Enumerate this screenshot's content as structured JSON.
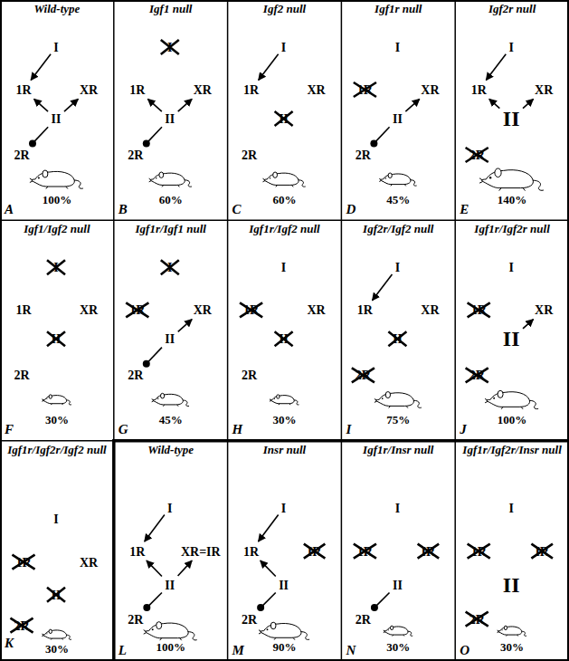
{
  "diagram": {
    "nodes": [
      {
        "text": [
          "Wild-type",
          "100%",
          "A"
        ]
      },
      {
        "text": [
          "I"
        ],
        "in": 0
      },
      {
        "text": [
          "1R"
        ],
        "in": 0
      },
      {
        "text": [
          "XR"
        ],
        "in": 0
      },
      {
        "text": [
          "II"
        ],
        "in": 0
      },
      {
        "text": [
          "2R"
        ],
        "in": 0
      },
      {
        "text": [
          "Igf1 null",
          "60%",
          "B"
        ]
      },
      {
        "text": [
          "I"
        ],
        "in": 6
      },
      {
        "text": [
          "1R"
        ],
        "in": 6
      },
      {
        "text": [
          "XR"
        ],
        "in": 6
      },
      {
        "text": [
          "II"
        ],
        "in": 6
      },
      {
        "text": [
          "2R"
        ],
        "in": 6
      },
      {
        "text": [
          "Igf2 null",
          "60%",
          "C"
        ]
      },
      {
        "text": [
          "I"
        ],
        "in": 12
      },
      {
        "text": [
          "1R"
        ],
        "in": 12
      },
      {
        "text": [
          "XR"
        ],
        "in": 12
      },
      {
        "text": [
          "II"
        ],
        "in": 12
      },
      {
        "text": [
          "2R"
        ],
        "in": 12
      },
      {
        "text": [
          "Igf1r null",
          "45%",
          "D"
        ]
      },
      {
        "text": [
          "I"
        ],
        "in": 18
      },
      {
        "text": [
          "1R"
        ],
        "in": 18
      },
      {
        "text": [
          "XR"
        ],
        "in": 18
      },
      {
        "text": [
          "II"
        ],
        "in": 18
      },
      {
        "text": [
          "2R"
        ],
        "in": 18
      },
      {
        "text": [
          "Igf2r null",
          "140%",
          "E"
        ]
      },
      {
        "text": [
          "I"
        ],
        "in": 24
      },
      {
        "text": [
          "1R"
        ],
        "in": 24
      },
      {
        "text": [
          "XR"
        ],
        "in": 24
      },
      {
        "text": [
          "II"
        ],
        "in": 24
      },
      {
        "text": [
          "2R"
        ],
        "in": 24
      },
      {
        "text": [
          "Igf1/Igf2 null",
          "30%",
          "F"
        ]
      },
      {
        "text": [
          "I"
        ],
        "in": 30
      },
      {
        "text": [
          "1R"
        ],
        "in": 30
      },
      {
        "text": [
          "XR"
        ],
        "in": 30
      },
      {
        "text": [
          "II"
        ],
        "in": 30
      },
      {
        "text": [
          "2R"
        ],
        "in": 30
      },
      {
        "text": [
          "Igf1r/Igf1 null",
          "45%",
          "G"
        ]
      },
      {
        "text": [
          "I"
        ],
        "in": 36
      },
      {
        "text": [
          "1R"
        ],
        "in": 36
      },
      {
        "text": [
          "XR"
        ],
        "in": 36
      },
      {
        "text": [
          "II"
        ],
        "in": 36
      },
      {
        "text": [
          "2R"
        ],
        "in": 36
      },
      {
        "text": [
          "Igf1r/Igf2 null",
          "30%",
          "H"
        ]
      },
      {
        "text": [
          "I"
        ],
        "in": 42
      },
      {
        "text": [
          "1R"
        ],
        "in": 42
      },
      {
        "text": [
          "XR"
        ],
        "in": 42
      },
      {
        "text": [
          "II"
        ],
        "in": 42
      },
      {
        "text": [
          "2R"
        ],
        "in": 42
      },
      {
        "text": [
          "Igf2r/Igf2 null",
          "75%",
          "I"
        ]
      },
      {
        "text": [
          "I"
        ],
        "in": 48
      },
      {
        "text": [
          "1R"
        ],
        "in": 48
      },
      {
        "text": [
          "XR"
        ],
        "in": 48
      },
      {
        "text": [
          "II"
        ],
        "in": 48
      },
      {
        "text": [
          "2R"
        ],
        "in": 48
      },
      {
        "text": [
          "Igf1r/Igf2r null",
          "100%",
          "J"
        ]
      },
      {
        "text": [
          "I"
        ],
        "in": 54
      },
      {
        "text": [
          "1R"
        ],
        "in": 54
      },
      {
        "text": [
          "XR"
        ],
        "in": 54
      },
      {
        "text": [
          "II"
        ],
        "in": 54
      },
      {
        "text": [
          "2R"
        ],
        "in": 54
      },
      {
        "text": [
          "Igf1r/Igf2r/Igf2 null",
          "30%",
          "K"
        ]
      },
      {
        "text": [
          "I"
        ],
        "in": 60
      },
      {
        "text": [
          "1R"
        ],
        "in": 60
      },
      {
        "text": [
          "XR"
        ],
        "in": 60
      },
      {
        "text": [
          "II"
        ],
        "in": 60
      },
      {
        "text": [
          "2R"
        ],
        "in": 60
      },
      {
        "text": [
          "Wild-type",
          "100%",
          "L"
        ]
      },
      {
        "text": [
          "I"
        ],
        "in": 66
      },
      {
        "text": [
          "1R"
        ],
        "in": 66
      },
      {
        "text": [
          "XR=IR"
        ],
        "in": 66
      },
      {
        "text": [
          "II"
        ],
        "in": 66
      },
      {
        "text": [
          "2R"
        ],
        "in": 66
      },
      {
        "text": [
          "Insr null",
          "90%",
          "M"
        ]
      },
      {
        "text": [
          "I"
        ],
        "in": 72
      },
      {
        "text": [
          "1R"
        ],
        "in": 72
      },
      {
        "text": [
          "IR"
        ],
        "in": 72
      },
      {
        "text": [
          "II"
        ],
        "in": 72
      },
      {
        "text": [
          "2R"
        ],
        "in": 72
      },
      {
        "text": [
          "Igf1r/Insr null",
          "30%",
          "N"
        ]
      },
      {
        "text": [
          "I"
        ],
        "in": 78
      },
      {
        "text": [
          "1R"
        ],
        "in": 78
      },
      {
        "text": [
          "IR"
        ],
        "in": 78
      },
      {
        "text": [
          "II"
        ],
        "in": 78
      },
      {
        "text": [
          "2R"
        ],
        "in": 78
      },
      {
        "text": [
          "Igf1r/Igf2r/Insr null",
          "30%",
          "O"
        ]
      },
      {
        "text": [
          "I"
        ],
        "in": 84
      },
      {
        "text": [
          "1R"
        ],
        "in": 84
      },
      {
        "text": [
          "IR"
        ],
        "in": 84
      },
      {
        "text": [
          "II"
        ],
        "in": 84
      },
      {
        "text": [
          "2R"
        ],
        "in": 84
      }
    ],
    "edges": [
      {
        "from": 1,
        "to": 2,
        "arrow": "to"
      },
      {
        "from": 4,
        "to": 2,
        "arrow": "to"
      },
      {
        "from": 4,
        "to": 3,
        "arrow": "to"
      },
      {
        "from": 4,
        "to": 5,
        "arrow": "none"
      },
      {
        "from": 10,
        "to": 8,
        "arrow": "to"
      },
      {
        "from": 10,
        "to": 9,
        "arrow": "to"
      },
      {
        "from": 10,
        "to": 11,
        "arrow": "none"
      },
      {
        "from": 13,
        "to": 14,
        "arrow": "to"
      },
      {
        "from": 22,
        "to": 21,
        "arrow": "to"
      },
      {
        "from": 22,
        "to": 23,
        "arrow": "none"
      },
      {
        "from": 25,
        "to": 26,
        "arrow": "to"
      },
      {
        "from": 28,
        "to": 26,
        "arrow": "to"
      },
      {
        "from": 28,
        "to": 27,
        "arrow": "to"
      },
      {
        "from": 40,
        "to": 39,
        "arrow": "to"
      },
      {
        "from": 40,
        "to": 41,
        "arrow": "none"
      },
      {
        "from": 49,
        "to": 50,
        "arrow": "to"
      },
      {
        "from": 58,
        "to": 57,
        "arrow": "to"
      },
      {
        "from": 67,
        "to": 68,
        "arrow": "to"
      },
      {
        "from": 70,
        "to": 68,
        "arrow": "to"
      },
      {
        "from": 70,
        "to": 69,
        "arrow": "to"
      },
      {
        "from": 70,
        "to": 71,
        "arrow": "none"
      },
      {
        "from": 73,
        "to": 74,
        "arrow": "to"
      },
      {
        "from": 76,
        "to": 74,
        "arrow": "to"
      },
      {
        "from": 76,
        "to": 77,
        "arrow": "none"
      },
      {
        "from": 82,
        "to": 83,
        "arrow": "none"
      }
    ]
  }
}
